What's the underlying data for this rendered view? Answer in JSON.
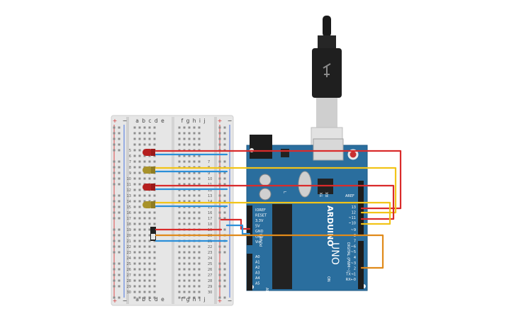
{
  "breadboard": {
    "top_columns": "a b c d e",
    "top_columns_right": "f g h i j",
    "bottom_columns": "a b c d e",
    "bottom_columns_right": "f g h i j",
    "rail_plus": "+",
    "rail_minus": "−",
    "row_numbers_left": [
      "5",
      "6",
      "7",
      "8",
      "9",
      "10",
      "11",
      "12",
      "13",
      "14",
      "15",
      "16",
      "17",
      "18",
      "19",
      "20",
      "21",
      "22",
      "23",
      "24",
      "25",
      "26",
      "27",
      "28",
      "29",
      "30"
    ],
    "row_numbers_right": [
      "7",
      "8",
      "9",
      "10",
      "11",
      "12",
      "13",
      "14",
      "15",
      "16",
      "17",
      "18",
      "19",
      "20",
      "21",
      "22",
      "23",
      "24",
      "25",
      "26",
      "27",
      "28",
      "29",
      "30"
    ]
  },
  "arduino": {
    "brand": "ARDUINO",
    "model": "UNO",
    "aref": "AREF",
    "digital_pins": [
      "13",
      "12",
      "~11",
      "~10",
      "~9",
      "8",
      "7",
      "~6",
      "~5",
      "4",
      "~3",
      "2",
      "TX→1",
      "RX←0"
    ],
    "digital_label": "DIGITAL (PWM~)",
    "power_pins": [
      "IOREF",
      "RESET",
      "3.3V",
      "5V",
      "GND",
      "GND",
      "Vin"
    ],
    "power_label": "POWER",
    "analog_pins": [
      "A0",
      "A1",
      "A2",
      "A3",
      "A4",
      "A5"
    ],
    "analog_label": "ANALOG IN",
    "on_label": "ON",
    "tx_label": "TX",
    "rx_label": "RX",
    "l_label": "L"
  },
  "colors": {
    "board": "#2a6e9e",
    "red_wire": "#d92b2b",
    "yellow_wire": "#f2c418",
    "blue_wire": "#2b8fd9",
    "orange_wire": "#e08a1a",
    "led_red": "#b51f1f",
    "led_yellow": "#a8922a"
  }
}
